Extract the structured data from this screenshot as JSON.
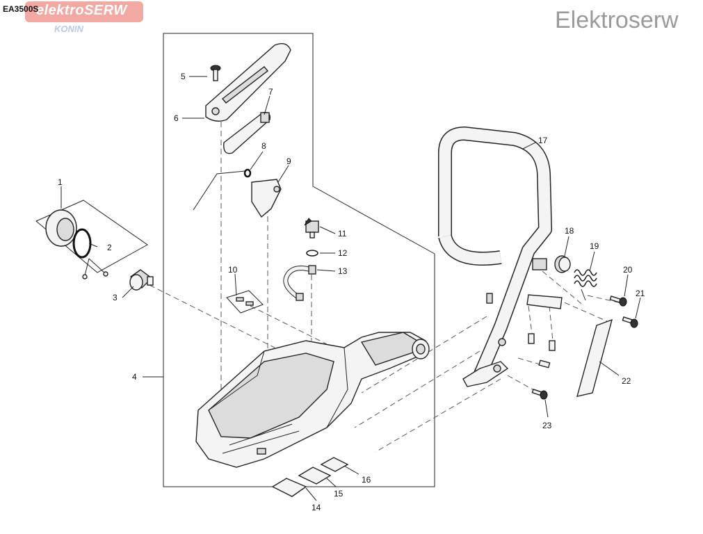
{
  "header": {
    "model_code": "EA3500S",
    "logo_text": "elektroSERW",
    "logo_sub": "KONIN",
    "watermark": "Elektroserw"
  },
  "colors": {
    "logo_bg": "#f2a9a4",
    "logo_sub": "#b9c9e6",
    "watermark": "#9a9a9a"
  },
  "callouts": [
    "1",
    "2",
    "3",
    "4",
    "5",
    "6",
    "7",
    "8",
    "9",
    "10",
    "11",
    "12",
    "13",
    "14",
    "15",
    "16",
    "17",
    "18",
    "19",
    "20",
    "21",
    "22",
    "23"
  ]
}
